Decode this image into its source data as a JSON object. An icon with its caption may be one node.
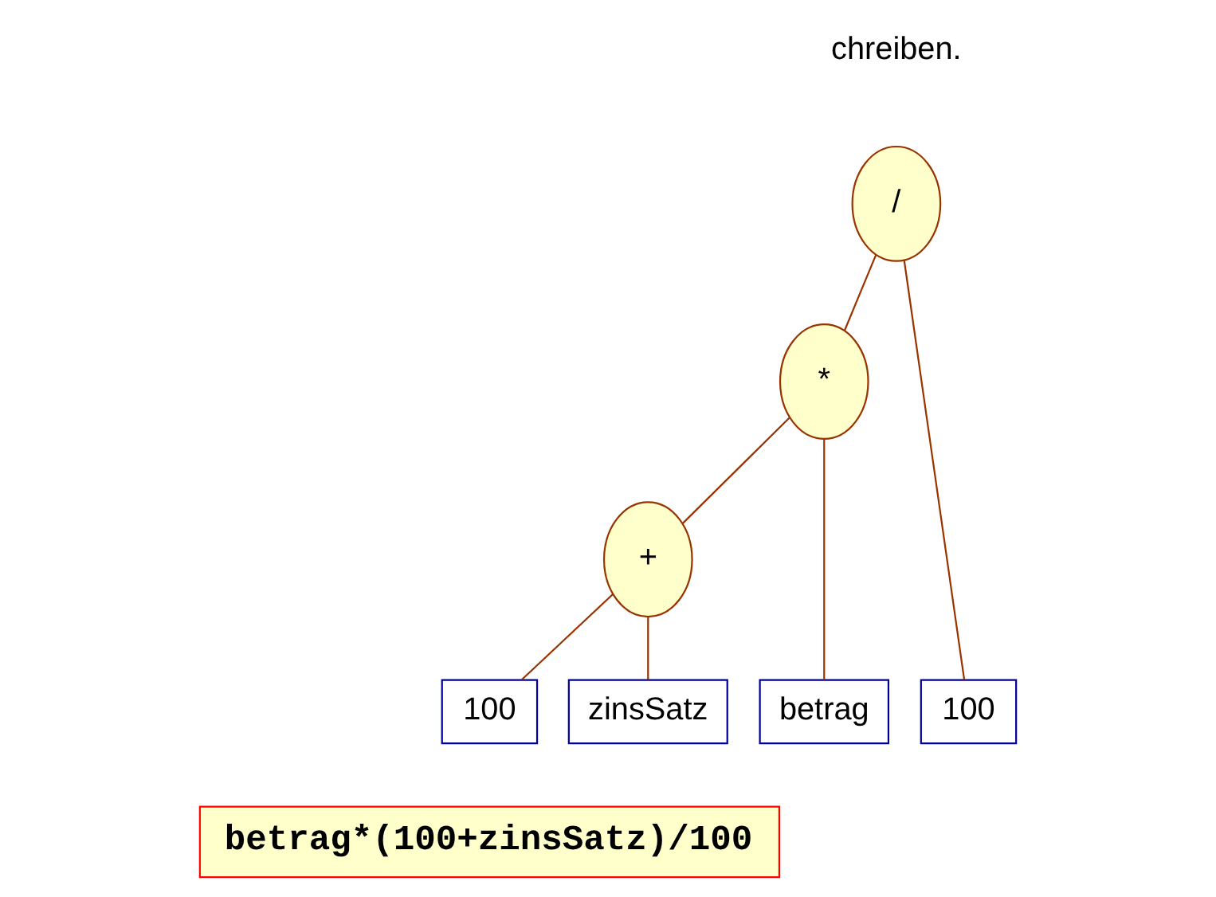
{
  "diagram": {
    "nodes": [
      {
        "text": [
          "/"
        ]
      },
      {
        "text": [
          "*"
        ]
      },
      {
        "text": [
          "+"
        ]
      },
      {
        "text": [
          "betrag"
        ]
      },
      {
        "text": [
          "100"
        ]
      },
      {
        "text": [
          "zinsSatz"
        ]
      },
      {
        "text": [
          "100"
        ]
      },
      {
        "text": [
          "betrag*(100+zinsSatz)/100"
        ]
      }
    ],
    "edges": [
      {
        "from": 0,
        "to": 1,
        "arrow": "none"
      },
      {
        "from": 0,
        "to": 6,
        "arrow": "none"
      },
      {
        "from": 1,
        "to": 3,
        "arrow": "none"
      },
      {
        "from": 1,
        "to": 2,
        "arrow": "none"
      },
      {
        "from": 2,
        "to": 4,
        "arrow": "none"
      },
      {
        "from": 2,
        "to": 5,
        "arrow": "none"
      }
    ],
    "labels": [
      "chreiben."
    ]
  }
}
